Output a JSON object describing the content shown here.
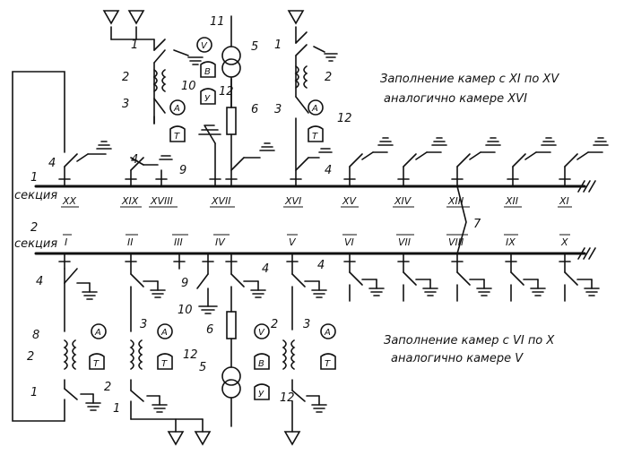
{
  "colors": {
    "ink": "#111111",
    "paper": "#ffffff"
  },
  "sections": {
    "s1_number": "1",
    "s1_label": "секция",
    "s2_number": "2",
    "s2_label": "секция"
  },
  "bus1_chambers": [
    "XX",
    "XIX",
    "XVIII",
    "XVII",
    "XVI",
    "XV",
    "XIV",
    "XIII",
    "XII",
    "XI"
  ],
  "bus2_chambers": [
    "I",
    "II",
    "III",
    "IV",
    "V",
    "VI",
    "VII",
    "VIII",
    "IX",
    "X"
  ],
  "notes": {
    "top_line1": "Заполнение камер с",
    "top_from": "XI",
    "top_mid": "по",
    "top_to": "XV",
    "top_line2": "аналогично камере",
    "top_ref": "XVI",
    "bottom_line1": "Заполнение камер с",
    "bottom_from": "VI",
    "bottom_mid": "по",
    "bottom_to": "X",
    "bottom_line2": "аналогично камере",
    "bottom_ref": "V"
  },
  "meters": {
    "voltmeter": "V",
    "ammeter": "A",
    "transformer": "Т",
    "v_relay": "В",
    "u_relay": "У"
  },
  "callouts": {
    "c1a": "1",
    "c2a": "2",
    "c3a": "3",
    "c10a": "10",
    "c11": "11",
    "c12a": "12",
    "c5a": "5",
    "c6a": "6",
    "c1b": "1",
    "c2b": "2",
    "c3b": "3",
    "c12b": "12",
    "c4a": "4",
    "c4b": "4",
    "c9a": "9",
    "c4c": "4",
    "c7": "7",
    "c4d": "4",
    "c9b": "9",
    "c4e": "4",
    "c4f": "4",
    "c8": "8",
    "c3c": "3",
    "c10b": "10",
    "c2c": "2",
    "c1c": "1",
    "c2d": "2",
    "c12c": "12",
    "c1d": "1",
    "c6b": "6",
    "c2e": "2",
    "c3d": "3",
    "c5b": "5",
    "c12d": "12"
  }
}
